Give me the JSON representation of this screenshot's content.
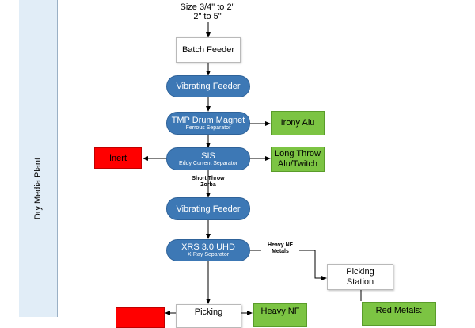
{
  "lane": {
    "label": "Dry Media Plant"
  },
  "top_text": {
    "line1": "Size 3/4\" to 2\"",
    "line2": "2\" to 5\""
  },
  "nodes": {
    "batch_feeder": "Batch Feeder",
    "vibrating_feeder_1": "Vibrating Feeder",
    "tmp_drum_magnet": {
      "title": "TMP Drum Magnet",
      "subtitle": "Ferrous Separator"
    },
    "irony_alu": "Irony Alu",
    "sis": {
      "title": "SIS",
      "subtitle": "Eddy Current Separator"
    },
    "inert_1": "Inert",
    "long_throw": {
      "line1": "Long Throw",
      "line2": "Alu/Twitch"
    },
    "vibrating_feeder_2": "Vibrating Feeder",
    "xrs": {
      "title": "XRS 3.0 UHD",
      "subtitle": "X-Ray Separator"
    },
    "picking_station_1": {
      "line1": "Picking",
      "line2": "Station"
    },
    "picking_station_2": {
      "line1": "Picking"
    },
    "heavy_nf_box": {
      "line1": "Heavy NF"
    },
    "red_metals": {
      "line1": "Red Metals:"
    }
  },
  "edge_labels": {
    "short_throw": {
      "line1": "Short Throw",
      "line2": "Zorba"
    },
    "heavy_nf_metals": {
      "line1": "Heavy NF",
      "line2": "Metals"
    }
  },
  "colors": {
    "process": "#3d78b5",
    "output_green": "#7cc443",
    "reject_red": "#ff0000",
    "lane_fill": "#e1edf7"
  }
}
